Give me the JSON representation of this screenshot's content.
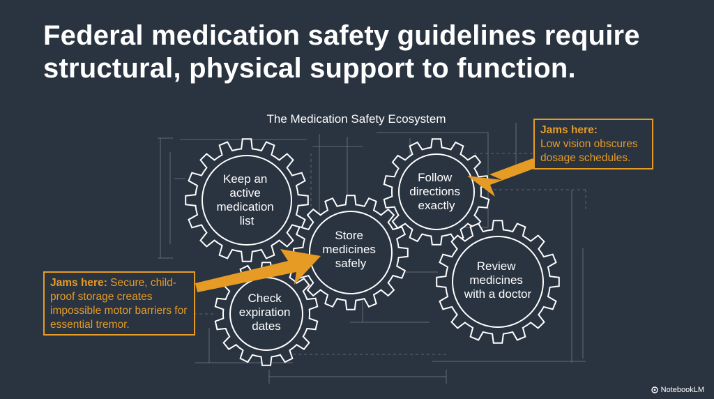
{
  "headline": {
    "line1": "Federal medication safety guidelines require",
    "line2": "structural, physical support to function."
  },
  "diagram": {
    "title": "The Medication Safety Ecosystem",
    "gears": [
      {
        "id": "keep-list",
        "lines": [
          "Keep an",
          "active",
          "medication",
          "list"
        ]
      },
      {
        "id": "check-expiration",
        "lines": [
          "Check",
          "expiration",
          "dates"
        ]
      },
      {
        "id": "store-safely",
        "lines": [
          "Store",
          "medicines",
          "safely"
        ]
      },
      {
        "id": "follow-directions",
        "lines": [
          "Follow",
          "directions",
          "exactly"
        ]
      },
      {
        "id": "review-doctor",
        "lines": [
          "Review",
          "medicines",
          "with a doctor"
        ]
      }
    ],
    "callouts": {
      "right": {
        "lead": "Jams here:",
        "body": "Low vision obscures dosage schedules."
      },
      "left": {
        "lead": "Jams here:",
        "body": "Secure, child-proof storage creates impossible motor barriers for essential tremor."
      }
    }
  },
  "brand": {
    "name": "NotebookLM",
    "icon": "notebooklm-icon"
  },
  "colors": {
    "background": "#2a3340",
    "accent": "#e69c24",
    "line": "#ffffff"
  }
}
